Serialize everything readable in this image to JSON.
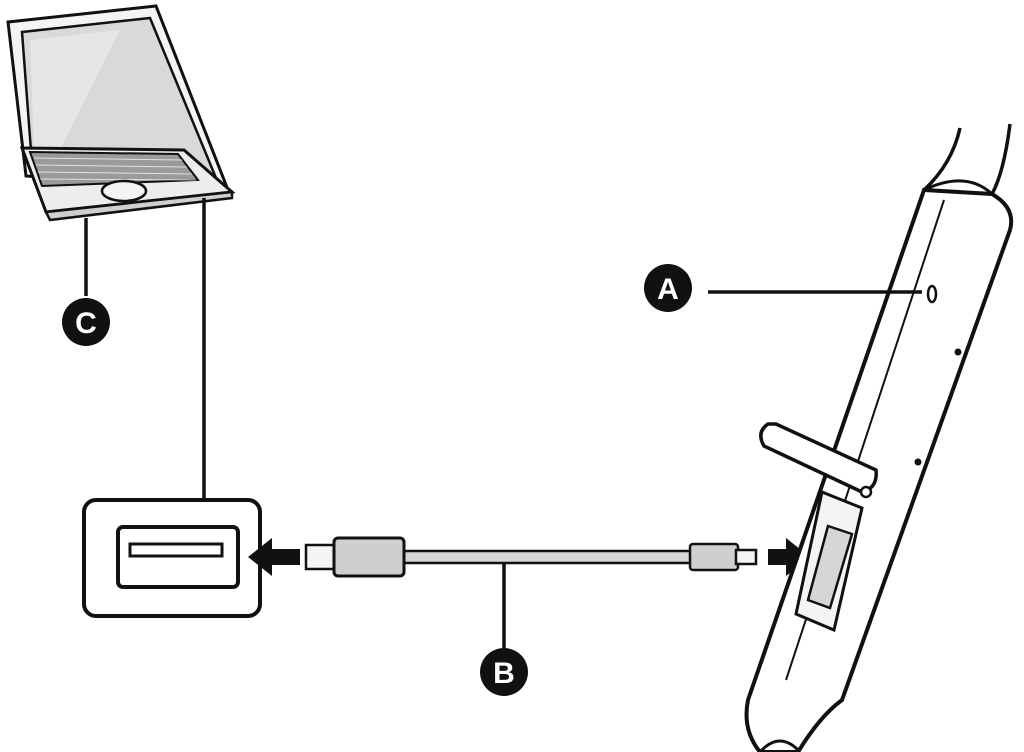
{
  "callouts": {
    "a": "A",
    "b": "B",
    "c": "C"
  },
  "colors": {
    "ink": "#111111",
    "cable_fill": "#d6d6d6",
    "plug_fill": "#cfcfcf",
    "screen_fill": "#d9d9d9",
    "body_fill": "#ededed",
    "keyboard_fill": "#9a9a9a",
    "background": "#ffffff"
  }
}
